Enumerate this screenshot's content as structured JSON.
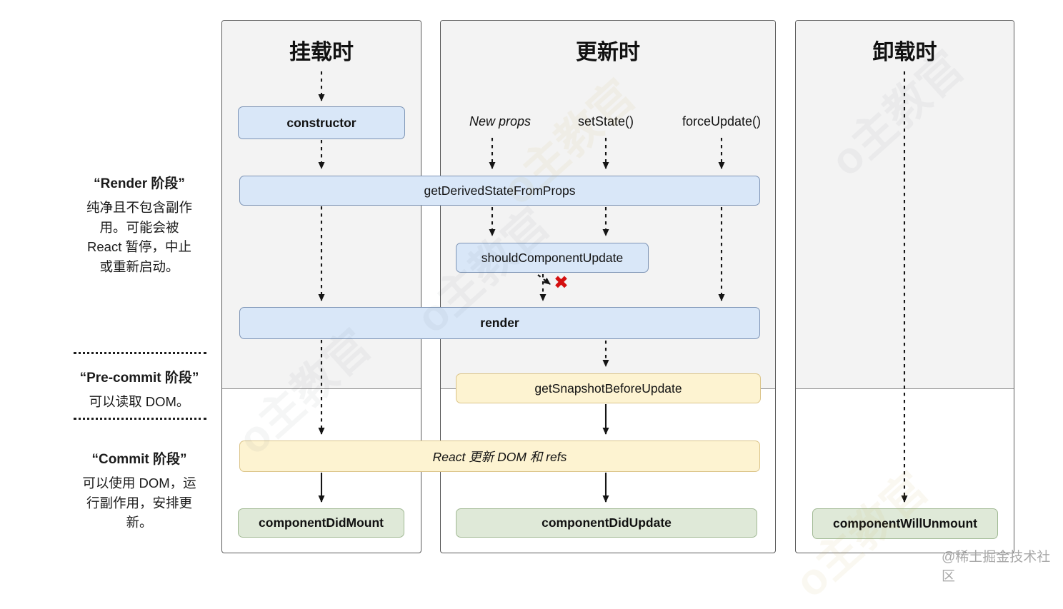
{
  "sidebar": {
    "render_phase_title": "“Render 阶段”",
    "render_phase_lines": [
      "纯净且不包含副作",
      "用。可能会被",
      "React 暂停，中止",
      "或重新启动。"
    ],
    "precommit_phase_title": "“Pre-commit 阶段”",
    "precommit_phase_lines": [
      "可以读取 DOM。"
    ],
    "commit_phase_title": "“Commit 阶段”",
    "commit_phase_lines": [
      "可以使用 DOM，运",
      "行副作用，安排更",
      "新。"
    ]
  },
  "columns": {
    "mounting_title": "挂载时",
    "updating_title": "更新时",
    "unmounting_title": "卸载时"
  },
  "triggers": {
    "new_props": "New props",
    "set_state": "setState()",
    "force_update": "forceUpdate()"
  },
  "nodes": {
    "constructor": "constructor",
    "get_derived_state_from_props": "getDerivedStateFromProps",
    "should_component_update": "shouldComponentUpdate",
    "render": "render",
    "get_snapshot_before_update": "getSnapshotBeforeUpdate",
    "react_updates_dom_refs": "React 更新 DOM 和 refs",
    "component_did_mount": "componentDidMount",
    "component_did_update": "componentDidUpdate",
    "component_will_unmount": "componentWillUnmount"
  },
  "marks": {
    "stop_x": "✖"
  },
  "watermarks": {
    "credit": "@稀土掘金技术社区",
    "diagonal": "o主教官"
  },
  "colors": {
    "node_blue_fill": "#d9e7f8",
    "node_blue_border": "#7d94b5",
    "node_yellow_fill": "#fdf3d1",
    "node_yellow_border": "#dbc488",
    "node_green_fill": "#dfe9d8",
    "node_green_border": "#a2ba95",
    "stop_x_red": "#d40f0f",
    "phase_region_gray": "#f3f3f3"
  }
}
